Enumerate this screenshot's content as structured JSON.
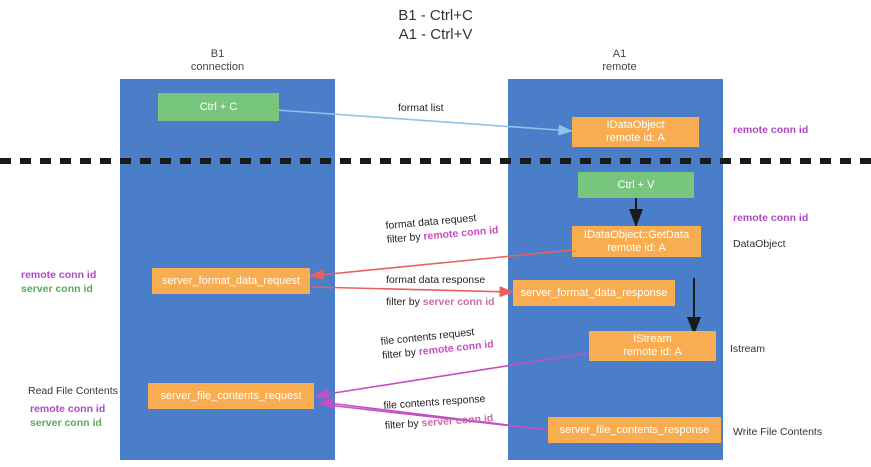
{
  "title": {
    "line1": "B1 - Ctrl+C",
    "line2": "A1 - Ctrl+V"
  },
  "lanes": [
    {
      "id": "b1",
      "name": "B1",
      "role": "connection",
      "color": "#4a7ec8"
    },
    {
      "id": "a1",
      "name": "A1",
      "role": "remote",
      "color": "#4a7ec8"
    }
  ],
  "nodes": {
    "ctrl_c": {
      "line1": "Ctrl + C",
      "line2": "",
      "color": "#78c57e"
    },
    "ctrl_v": {
      "line1": "Ctrl + V",
      "line2": "",
      "color": "#78c57e"
    },
    "idataobject": {
      "line1": "IDataObject",
      "line2": "remote id: A",
      "color": "#f8ad51"
    },
    "getdata": {
      "line1": "IDataObject::GetData",
      "line2": "remote id: A",
      "color": "#f8ad51"
    },
    "istream": {
      "line1": "IStream",
      "line2": "remote id: A",
      "color": "#f8ad51"
    },
    "fmt_req": {
      "line1": "server_format_data_request",
      "line2": "",
      "color": "#f8ad51"
    },
    "fmt_resp": {
      "line1": "server_format_data_response",
      "line2": "",
      "color": "#f8ad51"
    },
    "file_req": {
      "line1": "server_file_contents_request",
      "line2": "",
      "color": "#f8ad51"
    },
    "file_resp": {
      "line1": "server_file_contents_response",
      "line2": "",
      "color": "#f8ad51"
    }
  },
  "edge_labels": {
    "format_list": {
      "text": "format list"
    },
    "fmt_req": {
      "text": "format data request",
      "filter_prefix": "filter by ",
      "filter_key": "remote conn id"
    },
    "fmt_resp": {
      "text": "format data response",
      "filter_prefix": "filter by ",
      "filter_key": "server conn id"
    },
    "file_req": {
      "text": "file contents request",
      "filter_prefix": "filter by ",
      "filter_key": "remote conn id"
    },
    "file_resp": {
      "text": "file contents response",
      "filter_prefix": "filter by ",
      "filter_key": "server conn id"
    }
  },
  "annotations": {
    "left_mid": {
      "pink": "remote conn id",
      "green": "server conn id"
    },
    "left_low_title": "Read File Contents",
    "left_low": {
      "pink": "remote conn id",
      "green": "server conn id"
    },
    "right_top": "remote conn id",
    "right_mid": "remote conn id",
    "right_dataobject": "DataObject",
    "right_istream": "Istream",
    "right_write": "Write File Contents"
  },
  "colors": {
    "lane": "#4a7ec8",
    "green_node": "#78c57e",
    "orange_node": "#f8ad51",
    "arrow_blue": "#8fc3ea",
    "arrow_red": "#e8615c",
    "arrow_magenta": "#c44fc4",
    "arrow_dark": "#222222",
    "key_pink": "#b048c8",
    "key_green": "#5aa85f"
  }
}
